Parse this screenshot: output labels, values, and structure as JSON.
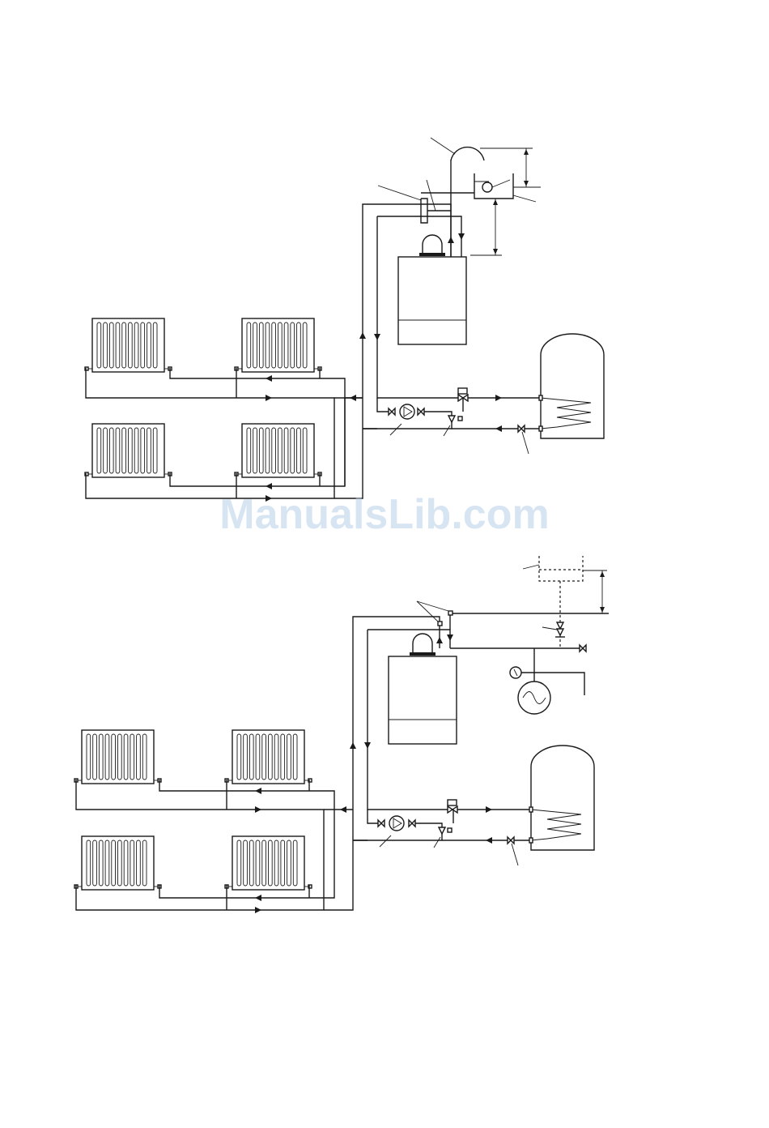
{
  "watermark": {
    "text": "ManualsLib.com",
    "color": "#b8cfe8"
  },
  "diagrams": [
    {
      "id": "open-vented-system",
      "radiators": 4,
      "components": [
        "header-tank",
        "vent-pipe",
        "boiler",
        "pump",
        "three-port-valve",
        "cylinder",
        "isolating-valves",
        "flow-return-pipes"
      ]
    },
    {
      "id": "sealed-system",
      "radiators": 4,
      "components": [
        "fill-tank",
        "boiler",
        "pump",
        "three-port-valve",
        "cylinder",
        "pressure-gauge",
        "expansion-vessel",
        "safety-valve",
        "flow-return-pipes"
      ]
    }
  ],
  "colors": {
    "line": "#1a1a1a",
    "background": "#ffffff"
  }
}
